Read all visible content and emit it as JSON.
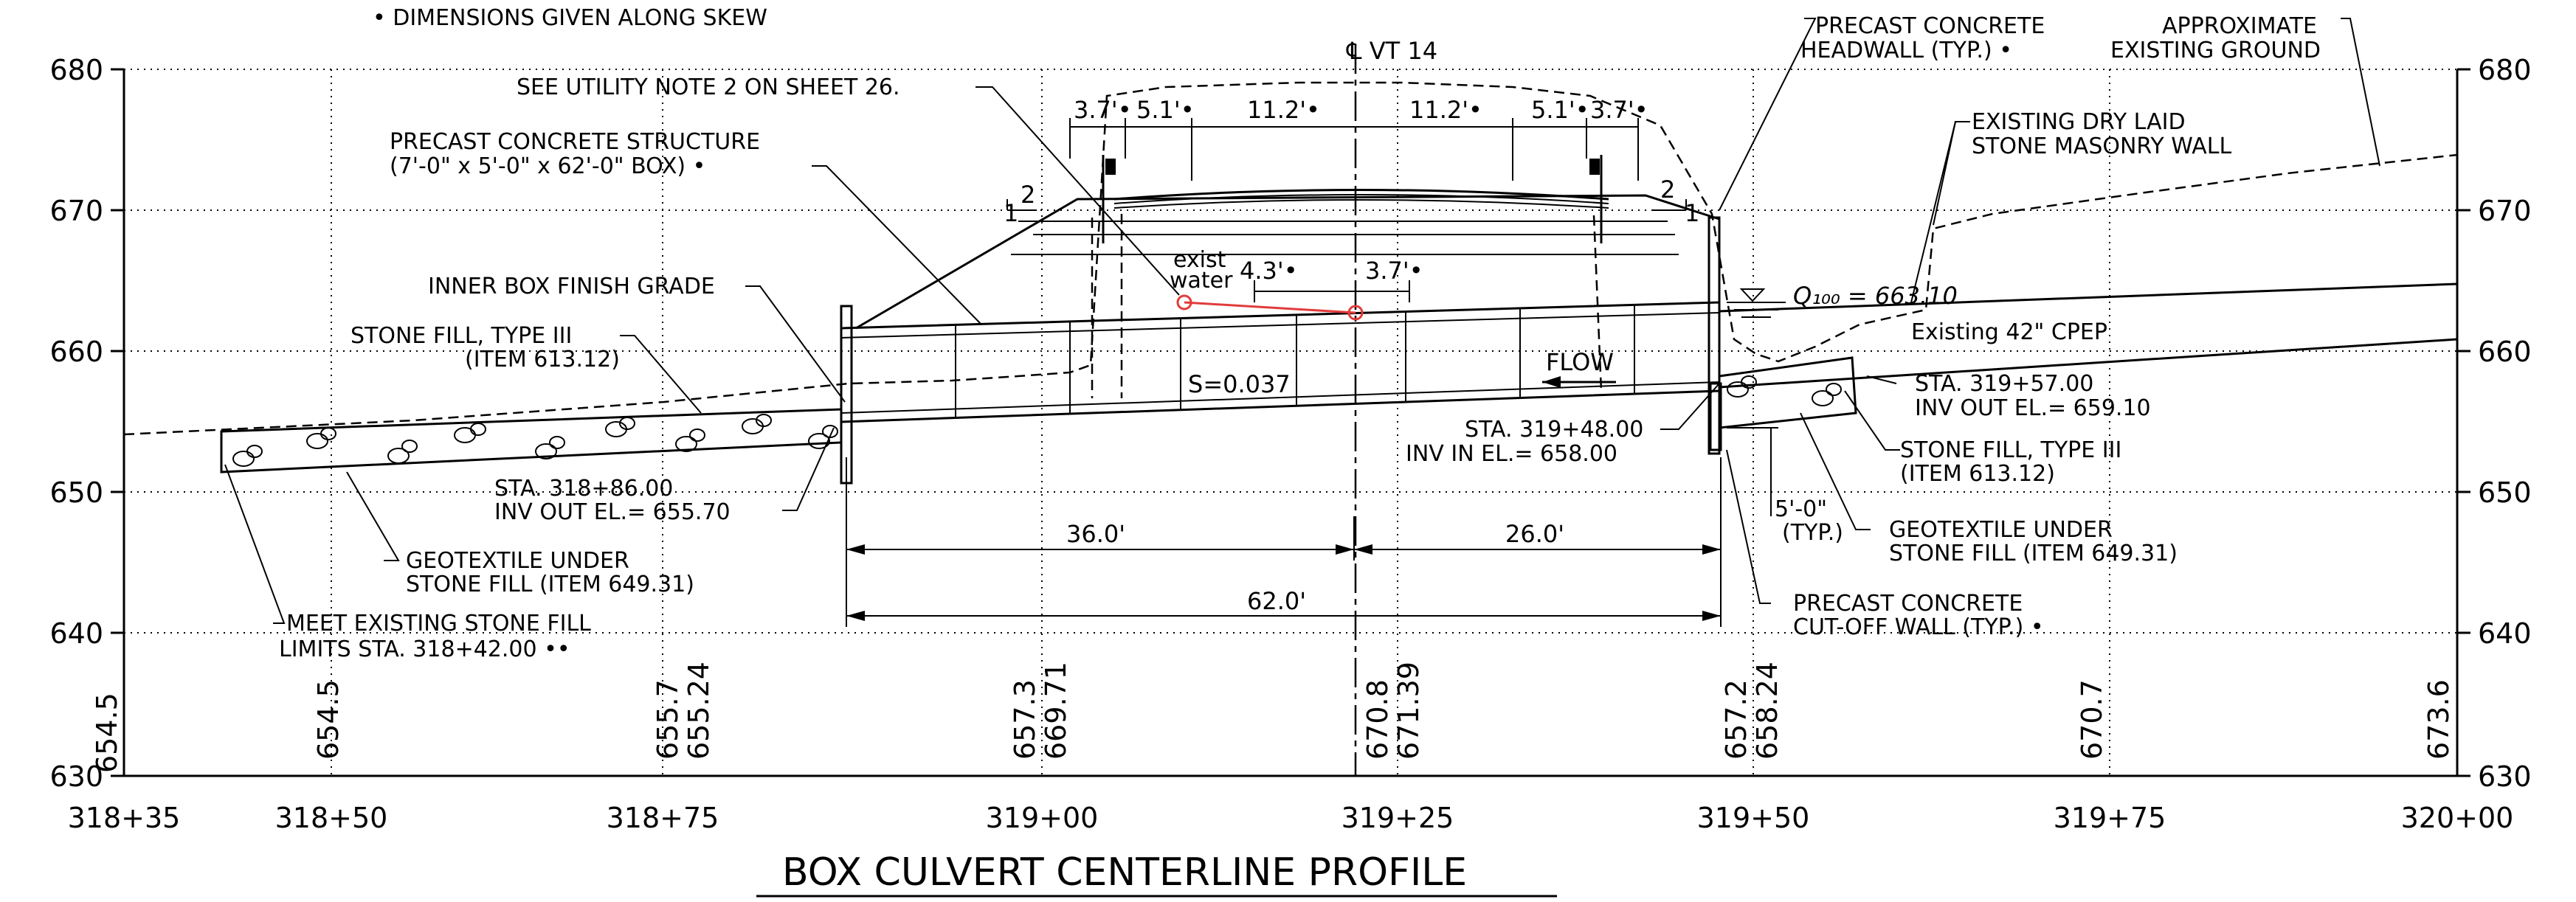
{
  "title": "BOX CULVERT CENTERLINE PROFILE",
  "note_skew": "• DIMENSIONS GIVEN ALONG SKEW",
  "elev_labels": [
    "680",
    "670",
    "660",
    "650",
    "640",
    "630"
  ],
  "station_labels": [
    "318+35",
    "318+50",
    "318+75",
    "319+00",
    "319+25",
    "319+50",
    "319+75",
    "320+00"
  ],
  "ground_elev_labels": [
    "654.5",
    "654.5",
    "655.7",
    "655.24",
    "657.3",
    "669.71",
    "670.8",
    "671.39",
    "657.2",
    "658.24",
    "670.7",
    "673.6"
  ],
  "centerline_label": "℄ VT 14",
  "callouts": {
    "utility_note": "SEE UTILITY NOTE 2 ON SHEET 26.",
    "precast_structure_1": "PRECAST CONCRETE STRUCTURE",
    "precast_structure_2": "(7'-0\" x 5'-0\" x 62'-0\" BOX) •",
    "inner_box": "INNER BOX FINISH GRADE",
    "stone_fill_left_1": "STONE FILL, TYPE III",
    "stone_fill_left_2": "(ITEM 613.12)",
    "sta_left_1": "STA. 318+86.00",
    "sta_left_2": "INV OUT EL.= 655.70",
    "geo_left_1": "GEOTEXTILE UNDER",
    "geo_left_2": "STONE FILL (ITEM 649.31)",
    "meet_1": "MEET EXISTING STONE FILL",
    "meet_2": "LIMITS STA. 318+42.00 ••",
    "headwall_1": "PRECAST CONCRETE",
    "headwall_2": "HEADWALL (TYP.) •",
    "approx_1": "APPROXIMATE",
    "approx_2": "EXISTING GROUND",
    "wall_1": "EXISTING DRY LAID",
    "wall_2": "STONE MASONRY WALL",
    "q100": "Q₁₀₀ = 663.10",
    "cpep": "Existing 42\" CPEP",
    "sta_right_1": "STA. 319+57.00",
    "sta_right_2": "INV OUT EL.= 659.10",
    "stone_fill_right_1": "STONE FILL, TYPE III",
    "stone_fill_right_2": "(ITEM 613.12)",
    "geo_right_1": "GEOTEXTILE UNDER",
    "geo_right_2": "STONE FILL (ITEM 649.31)",
    "sta_in_1": "STA. 319+48.00",
    "sta_in_2": "INV IN EL.= 658.00",
    "five_ft_1": "5'-0\"",
    "five_ft_2": "(TYP.)",
    "cutoff_1": "PRECAST CONCRETE",
    "cutoff_2": "CUT-OFF WALL (TYP.) •",
    "exist_water_1": "exist",
    "exist_water_2": "water",
    "flow": "FLOW",
    "slope": "S=0.037"
  },
  "dims": {
    "d1": "3.7'•",
    "d2": "5.1'•",
    "d3": "11.2'•",
    "d4": "11.2'•",
    "d5": "5.1'•",
    "d6": "3.7'•",
    "water1": "4.3'•",
    "water2": "3.7'•",
    "slope_mark_l": "2",
    "slope_mark_r": "2",
    "slope_base_l": "1",
    "slope_base_r": "1",
    "span_l": "36.0'",
    "span_r": "26.0'",
    "span_total": "62.0'"
  }
}
